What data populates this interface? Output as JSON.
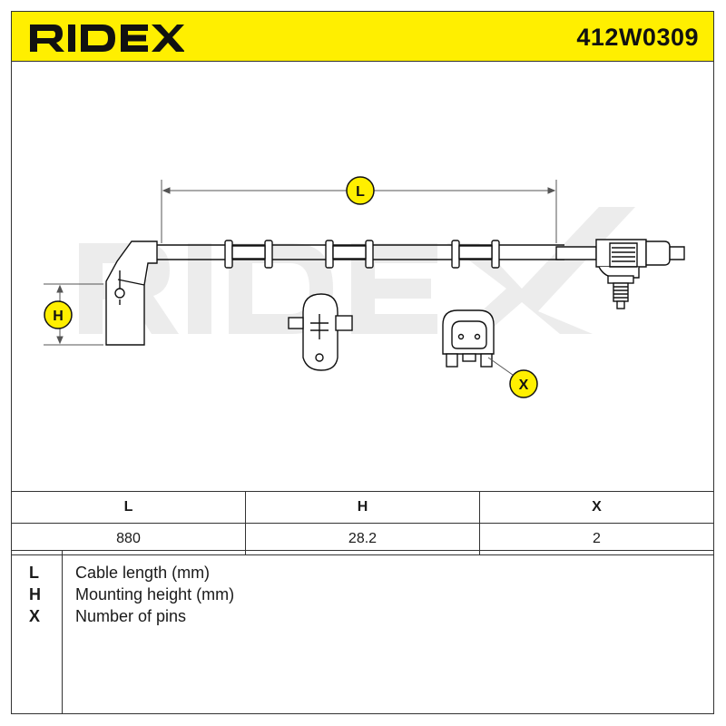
{
  "header": {
    "brand": "RIDEX",
    "part_number": "412W0309",
    "color": "#ffef00"
  },
  "drawing": {
    "watermark": "RIDEX",
    "callouts": {
      "length": "L",
      "height": "H",
      "pins": "X"
    }
  },
  "specs": {
    "columns": [
      "L",
      "H",
      "X"
    ],
    "values": [
      "880",
      "28.2",
      "2"
    ]
  },
  "legend": [
    {
      "key": "L",
      "text": "Cable length (mm)"
    },
    {
      "key": "H",
      "text": "Mounting height (mm)"
    },
    {
      "key": "X",
      "text": "Number of pins"
    }
  ]
}
